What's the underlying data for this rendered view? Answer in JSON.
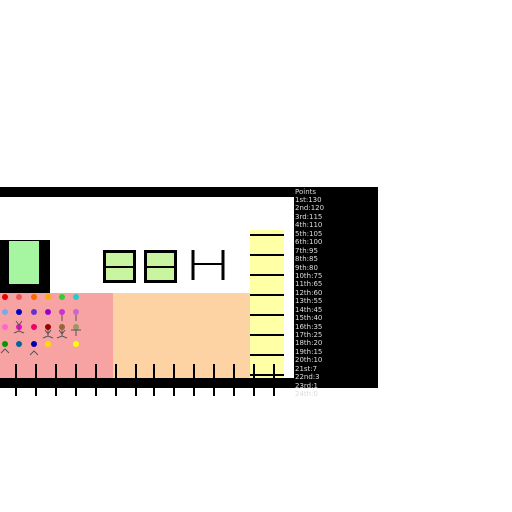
{
  "scoreboard": {
    "title": "Points",
    "rows": [
      "1st:130",
      "2nd:120",
      "3rd:115",
      "4th:110",
      "5th:105",
      "6th:100",
      "7th:95",
      "8th:85",
      "9th:80",
      "10th:75",
      "11th:65",
      "12th:60",
      "13th:55",
      "14th:45",
      "15th:40",
      "16th:35",
      "17th:25",
      "18th:20",
      "19th:15",
      "20th:10",
      "21st:7",
      "22nd:3",
      "23rd:1",
      "24th:0"
    ]
  },
  "colors": {
    "lawn": "#f7a3a3",
    "field": "#fdd3a3",
    "lane": "#ffffa6",
    "building": "#c9f5a0",
    "hut": "#a6f5a0",
    "bar": "#000000"
  },
  "icons": [
    "hut-icon",
    "building-icon",
    "goal-post-icon",
    "runner-icon"
  ]
}
